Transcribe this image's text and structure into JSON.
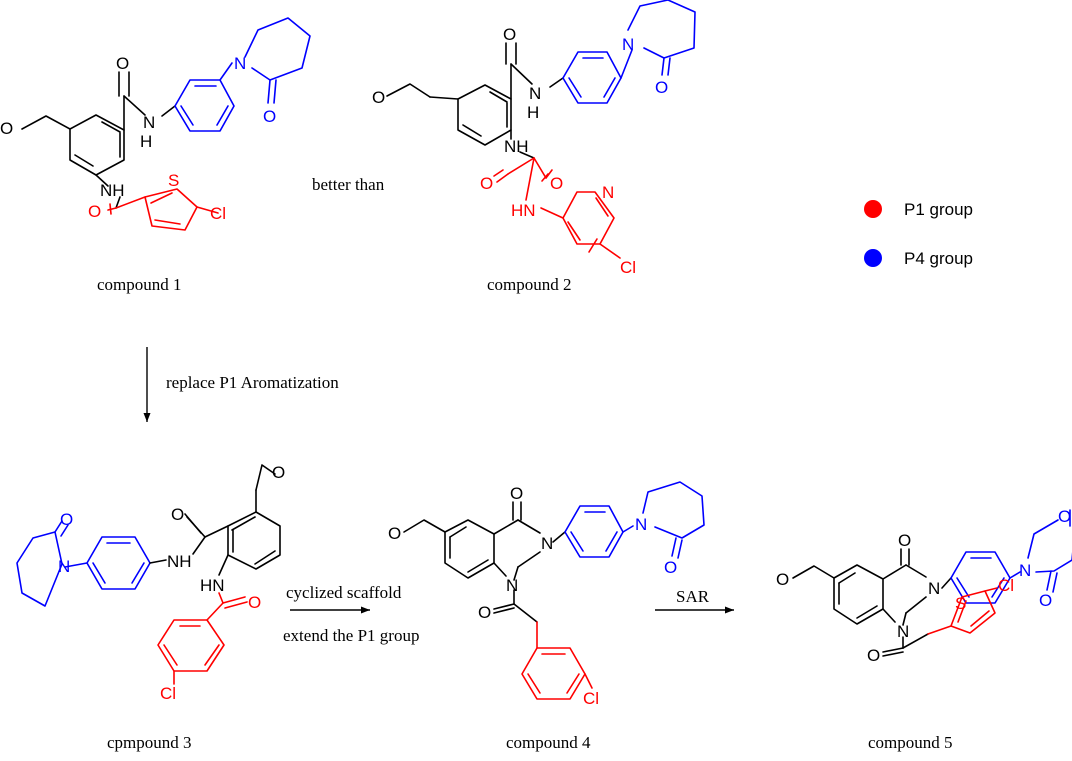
{
  "captions": {
    "c1": "compound 1",
    "c2": "compound 2",
    "c3": "cpmpound 3",
    "c4": "compound 4",
    "c5": "compound 5"
  },
  "comparison": "better than",
  "steps": {
    "down": "replace P1 Aromatization",
    "cyclize_1": "cyclized scaffold",
    "cyclize_2": "extend the P1 group",
    "sar": "SAR"
  },
  "legend": [
    {
      "label": "P1 group",
      "color": "#ff0000"
    },
    {
      "label": "P4 group",
      "color": "#0000ff"
    }
  ],
  "atoms": {
    "O": "O",
    "N": "N",
    "NH": "NH",
    "H": "H",
    "HN": "HN",
    "S": "S",
    "Cl": "Cl"
  },
  "colors": {
    "p1": "#ff0000",
    "p4": "#0000ff",
    "core": "#000000"
  }
}
